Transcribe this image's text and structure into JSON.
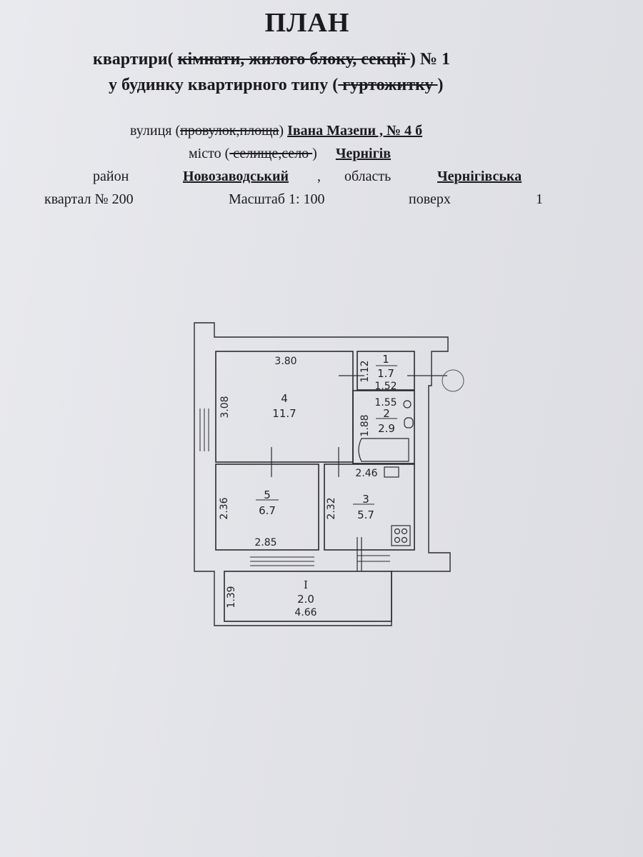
{
  "header": {
    "title": "ПЛАН",
    "line1": {
      "prefix": "квартири( ",
      "struck": "кімнати, жилого блоку, секції ",
      "suffix": ")  № 1"
    },
    "line2": {
      "prefix": "у будинку квартирного типу (",
      "struck": " гуртожитку ",
      "suffix": ")"
    }
  },
  "address": {
    "street_prefix": "вулиця (",
    "street_struck": "провулок,площа",
    "street_close": ") ",
    "street_value": "Івана  Мазепи , № 4 б",
    "city_prefix": "місто (",
    "city_struck": " селище,село ",
    "city_close": ")",
    "city_value": "Чернігів",
    "district_label": "район",
    "district_value": "Новозаводський",
    "comma": ",",
    "region_label": "область",
    "region_value": "Чернігівська"
  },
  "meta": {
    "block": "квартал № 200",
    "scale": "Масштаб 1: 100",
    "floor_label": "поверх",
    "floor_value": "1"
  },
  "plan": {
    "room1": {
      "number": "1",
      "area": "1.7",
      "width": "1.52",
      "height": "1.12"
    },
    "room2": {
      "number": "2",
      "area": "2.9",
      "width": "1.55",
      "height": "1.88"
    },
    "room3": {
      "number": "3",
      "area": "5.7",
      "width": "2.46",
      "height": "2.32"
    },
    "room4": {
      "number": "4",
      "area": "11.7",
      "width": "3.80",
      "height": "3.08"
    },
    "room5": {
      "number": "5",
      "area": "6.7",
      "width": "2.85",
      "height": "2.36"
    },
    "balcony": {
      "number": "I",
      "area": "2.0",
      "width": "4.66",
      "height": "1.39"
    }
  }
}
